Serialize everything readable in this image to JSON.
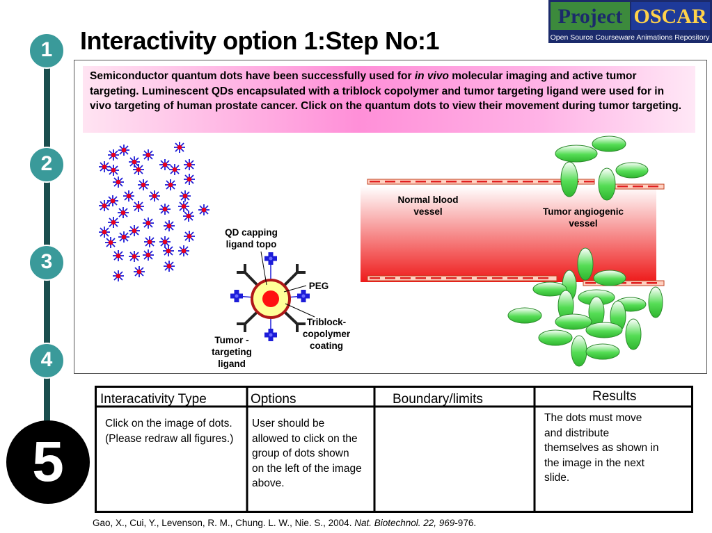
{
  "title": "Interactivity option 1:Step No:1",
  "logo": {
    "line1_left": "Project",
    "line1_right": "OSCAR",
    "tagline": "Open Source Courseware Animations Repository"
  },
  "steps": [
    "1",
    "2",
    "3",
    "4",
    "5"
  ],
  "description": {
    "part1": "Semiconductor quantum dots have been successfully used for ",
    "italic": "in vivo",
    "part2": " molecular imaging and active tumor targeting.  Luminescent QDs encapsulated with a triblock copolymer and tumor targeting ligand were used for in vivo targeting of human prostate cancer. Click on the  quantum dots to view their movement during tumor targeting."
  },
  "diagram": {
    "normal_vessel_label": [
      "Normal blood",
      "vessel"
    ],
    "tumor_vessel_label": [
      "Tumor angiogenic",
      "vessel"
    ],
    "capping_label": [
      "QD capping",
      "ligand topo"
    ],
    "peg_label": "PEG",
    "copolymer_label": [
      "Triblock-",
      "copolymer",
      "coating"
    ],
    "targeting_label": [
      "Tumor -",
      "targeting",
      "ligand"
    ],
    "colors": {
      "dot_red": "#e8001c",
      "dot_blue": "#1c1cd8",
      "vessel_red": "#ee1a1a",
      "cell_green": "#55dd55",
      "step_teal": "#3a9a9a"
    }
  },
  "table": {
    "headers": [
      "Interacativity Type",
      "Options",
      "Boundary/limits",
      "Results"
    ],
    "row": [
      "Click on the image of dots. (Please redraw all figures.)",
      "User should be allowed to click on the group of dots shown on the left of the image above.",
      "",
      "The dots must move and distribute themselves as shown in the image in the next slide."
    ]
  },
  "citation": {
    "authors": "Gao, X., Cui, Y., Levenson, R. M., Chung. L. W., Nie. S., 2004. ",
    "journal": "Nat. Biotechnol. 22, 969",
    "pages": "-976."
  }
}
